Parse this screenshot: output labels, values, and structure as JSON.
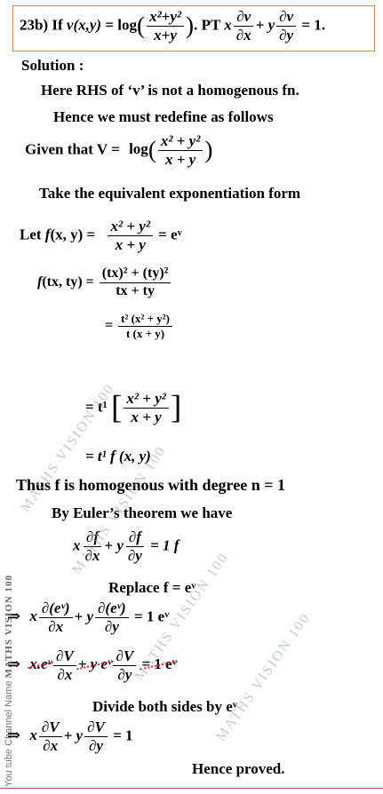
{
  "problem": {
    "number": "23b)",
    "text_if": "If",
    "v": "v",
    "args": "(x,y)",
    "eq_log": "= log",
    "num": "x²+y²",
    "den": "x+y",
    "pt": ". PT",
    "x": "x",
    "dv": "∂v",
    "dx": "∂x",
    "plus_y": "+ y",
    "dy": "∂y",
    "equals_one": "= 1."
  },
  "solution": {
    "heading": "Solution :",
    "line1": "Here RHS of ‘v’ is   not a homogenous fn.",
    "line2": "Hence we must  redefine as follows",
    "given_label": "Given that V =",
    "given_log": "log",
    "given_num": "x² + y²",
    "given_den": "x + y",
    "line3": "Take the  equivalent  exponentiation form",
    "let_label": "Let",
    "f": "f",
    "f_args": "(x, y) =",
    "let_num": "x² + y²",
    "let_den": "x + y",
    "let_rhs": "= eᵛ",
    "ft_label": "f",
    "ft_args": "(tx, ty) =",
    "ft_num": "(tx)² + (ty)²",
    "ft_den": "tx + ty",
    "eq2_prefix": "=",
    "eq2_num": "t² (x² + y²)",
    "eq2_den": "t (x + y)",
    "eq3_prefix": "= t¹",
    "eq3_num": "x² + y²",
    "eq3_den": "x + y",
    "eq4": "= t¹  f (x, y)",
    "thus": "Thus f is homogenous with degree  n = 1",
    "euler": "By  Euler’s theorem we have",
    "euler_eq_x": "x",
    "euler_df": "∂f",
    "euler_dx": "∂x",
    "euler_y": "+ y",
    "euler_dy": "∂y",
    "euler_rhs": "= 1 f",
    "replace": "Replace  f  =  eᵛ",
    "implies": "⇒",
    "step1_x": "x",
    "step1_num1": "∂(eᵛ)",
    "step1_den1": "∂x",
    "step1_y": "+ y",
    "step1_num2": "∂(eᵛ)",
    "step1_den2": "∂y",
    "step1_rhs": "= 1 eᵛ",
    "step2_x": "x.eᵛ",
    "step2_num1": "∂V",
    "step2_den1": "∂x",
    "step2_y": "+ y eᵛ",
    "step2_num2": "∂V",
    "step2_den2": "∂y",
    "step2_rhs": "= 1 eᵛ",
    "divide": "Divide both  sides by eᵛ",
    "final_x": "x",
    "final_num1": "∂V",
    "final_den1": "∂x",
    "final_y": "+ y",
    "final_num2": "∂V",
    "final_den2": "∂y",
    "final_rhs": "=  1",
    "proved": "Hence proved."
  },
  "watermark": {
    "text": "MATHS VISION 100",
    "channel_prefix": "You tube Channel Name",
    "channel_brand": "MATHS VISION 100"
  },
  "colors": {
    "title_border": "#d08a50",
    "watermark": "#96a0af",
    "strike": "#e02020",
    "bottom_line": "#b04090"
  }
}
